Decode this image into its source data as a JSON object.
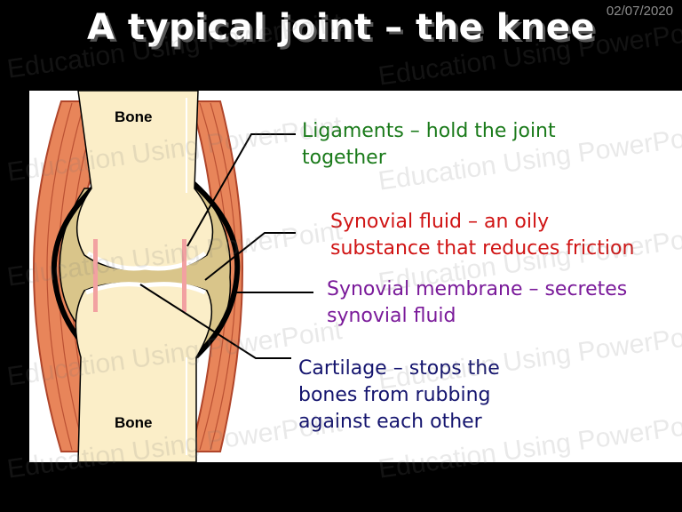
{
  "header": {
    "title": "A typical joint – the knee",
    "date": "02/07/2020"
  },
  "diagram": {
    "bone_top": "Bone",
    "bone_bottom": "Bone",
    "labels": {
      "ligaments": [
        "Ligaments – hold the joint",
        "together"
      ],
      "synovial_fluid": [
        "Synovial fluid – an oily",
        "substance that reduces friction"
      ],
      "synovial_membrane": [
        "Synovial membrane – secretes",
        "synovial fluid"
      ],
      "cartilage": [
        "Cartilage – stops the",
        "bones from rubbing",
        "against each other"
      ]
    },
    "colors": {
      "ligaments": "#1a7a1a",
      "synovial_fluid": "#d01414",
      "synovial_membrane": "#7a1a9a",
      "cartilage": "#14146e"
    }
  },
  "watermark": {
    "text": "Education Using PowerPoint"
  }
}
